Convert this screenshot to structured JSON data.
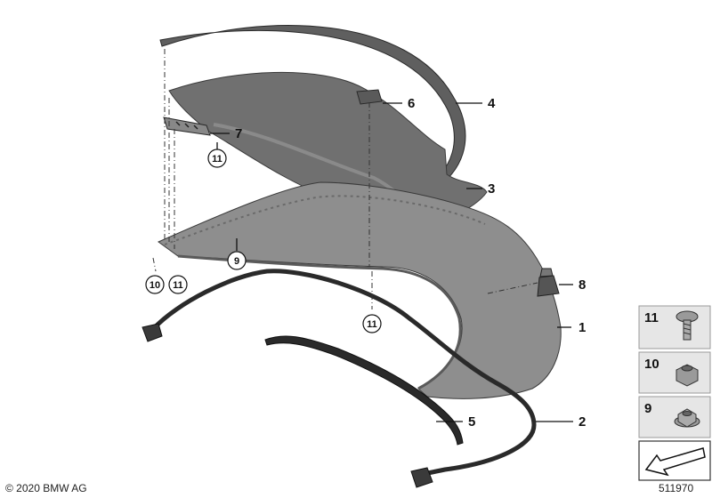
{
  "diagram": {
    "callouts": {
      "p1": "1",
      "p2": "2",
      "p3": "3",
      "p4": "4",
      "p5": "5",
      "p6": "6",
      "p7": "7",
      "p8": "8"
    },
    "circled": {
      "c11_clip": "11",
      "c9": "9",
      "c10": "10",
      "c11_left": "11",
      "c11_mid": "11"
    },
    "legend": {
      "l11": "11",
      "l10": "10",
      "l9": "9"
    }
  },
  "footer": {
    "copyright": "© 2020 BMW AG",
    "diagram_id": "511970"
  },
  "colors": {
    "part_dark": "#6e6e6e",
    "part_mid": "#8c8c8c",
    "seal": "#2a2a2a",
    "legend_bg": "#e6e6e6"
  }
}
